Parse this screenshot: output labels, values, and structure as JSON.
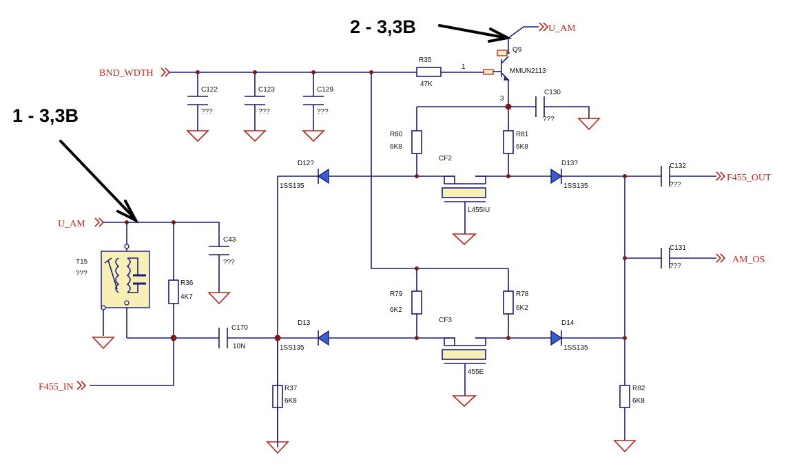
{
  "annotations": {
    "pin2": "2 - 3,3B",
    "pin1": "1 - 3,3B"
  },
  "nets": {
    "u_am_top": "U_AM",
    "u_am_left": "U_AM",
    "bnd_wdth": "BND_WDTH",
    "f455_out": "F455_OUT",
    "am_os": "AM_OS",
    "f455_in": "F455_IN"
  },
  "transistor": {
    "ref": "Q9",
    "part": "MMUN2113",
    "pin1": "1",
    "pin3": "3"
  },
  "components": {
    "r35": {
      "ref": "R35",
      "value": "47K"
    },
    "c122": {
      "ref": "C122",
      "value": "???"
    },
    "c123": {
      "ref": "C123",
      "value": "???"
    },
    "c129": {
      "ref": "C129",
      "value": "???"
    },
    "c130": {
      "ref": "C130",
      "value": "???"
    },
    "r80": {
      "ref": "R80",
      "value": "6K8"
    },
    "r81": {
      "ref": "R81",
      "value": "6K8"
    },
    "cf2": {
      "ref": "CF2",
      "value": "L455IU"
    },
    "d12": {
      "ref": "D12?",
      "value": "1SS135"
    },
    "d13q": {
      "ref": "D13?",
      "value": "1SS135"
    },
    "c132": {
      "ref": "C132",
      "value": "???"
    },
    "c131": {
      "ref": "C131",
      "value": "???"
    },
    "t15": {
      "ref": "T15",
      "value": "???"
    },
    "c43": {
      "ref": "C43",
      "value": "???"
    },
    "r36": {
      "ref": "R36",
      "value": "4K7"
    },
    "c170": {
      "ref": "C170",
      "value": "10N"
    },
    "d13": {
      "ref": "D13",
      "value": "1SS135"
    },
    "d14": {
      "ref": "D14",
      "value": "1SS135"
    },
    "r79": {
      "ref": "R79",
      "value": "6K2"
    },
    "r78": {
      "ref": "R78",
      "value": "6K2"
    },
    "cf3": {
      "ref": "CF3",
      "value": "455E"
    },
    "r37": {
      "ref": "R37",
      "value": "6K8"
    },
    "r82": {
      "ref": "R82",
      "value": "6K8"
    }
  }
}
